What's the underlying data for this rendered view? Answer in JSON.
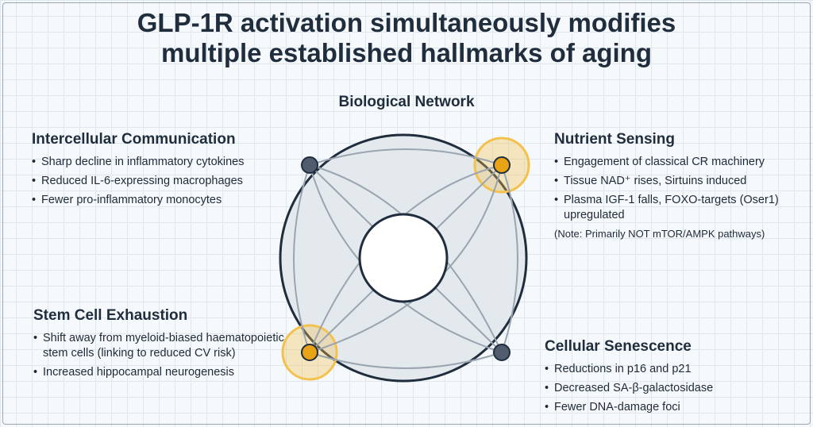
{
  "title": {
    "line1": "GLP-1R activation simultaneously modifies",
    "line2": "multiple established hallmarks of aging"
  },
  "network": {
    "label": "Biological Network"
  },
  "colors": {
    "highlight": "#f2c14e",
    "node_active": "#e8a317",
    "node_default": "#4f5d6e",
    "outline": "#1f2d3d",
    "network_lines": "#9aa5b1"
  },
  "panels": {
    "intercellular": {
      "title": "Intercellular Communication",
      "items": [
        "Sharp decline in inflammatory cytokines",
        "Reduced IL-6-expressing macrophages",
        "Fewer pro-inflammatory monocytes"
      ]
    },
    "nutrient": {
      "title": "Nutrient Sensing",
      "items": [
        "Engagement of classical CR machinery",
        "Tissue NAD⁺ rises, Sirtuins induced",
        "Plasma IGF-1 falls, FOXO-targets (Oser1) upregulated"
      ],
      "note": "(Note: Primarily NOT mTOR/AMPK pathways)"
    },
    "stem": {
      "title": "Stem Cell Exhaustion",
      "items": [
        "Shift away from myeloid-biased haematopoietic stem cells (linking to reduced CV risk)",
        "Increased hippocampal neurogenesis"
      ]
    },
    "senescence": {
      "title": "Cellular Senescence",
      "items": [
        "Reductions in p16 and p21",
        "Decreased SA-β-galactosidase",
        "Fewer DNA-damage foci"
      ]
    }
  }
}
